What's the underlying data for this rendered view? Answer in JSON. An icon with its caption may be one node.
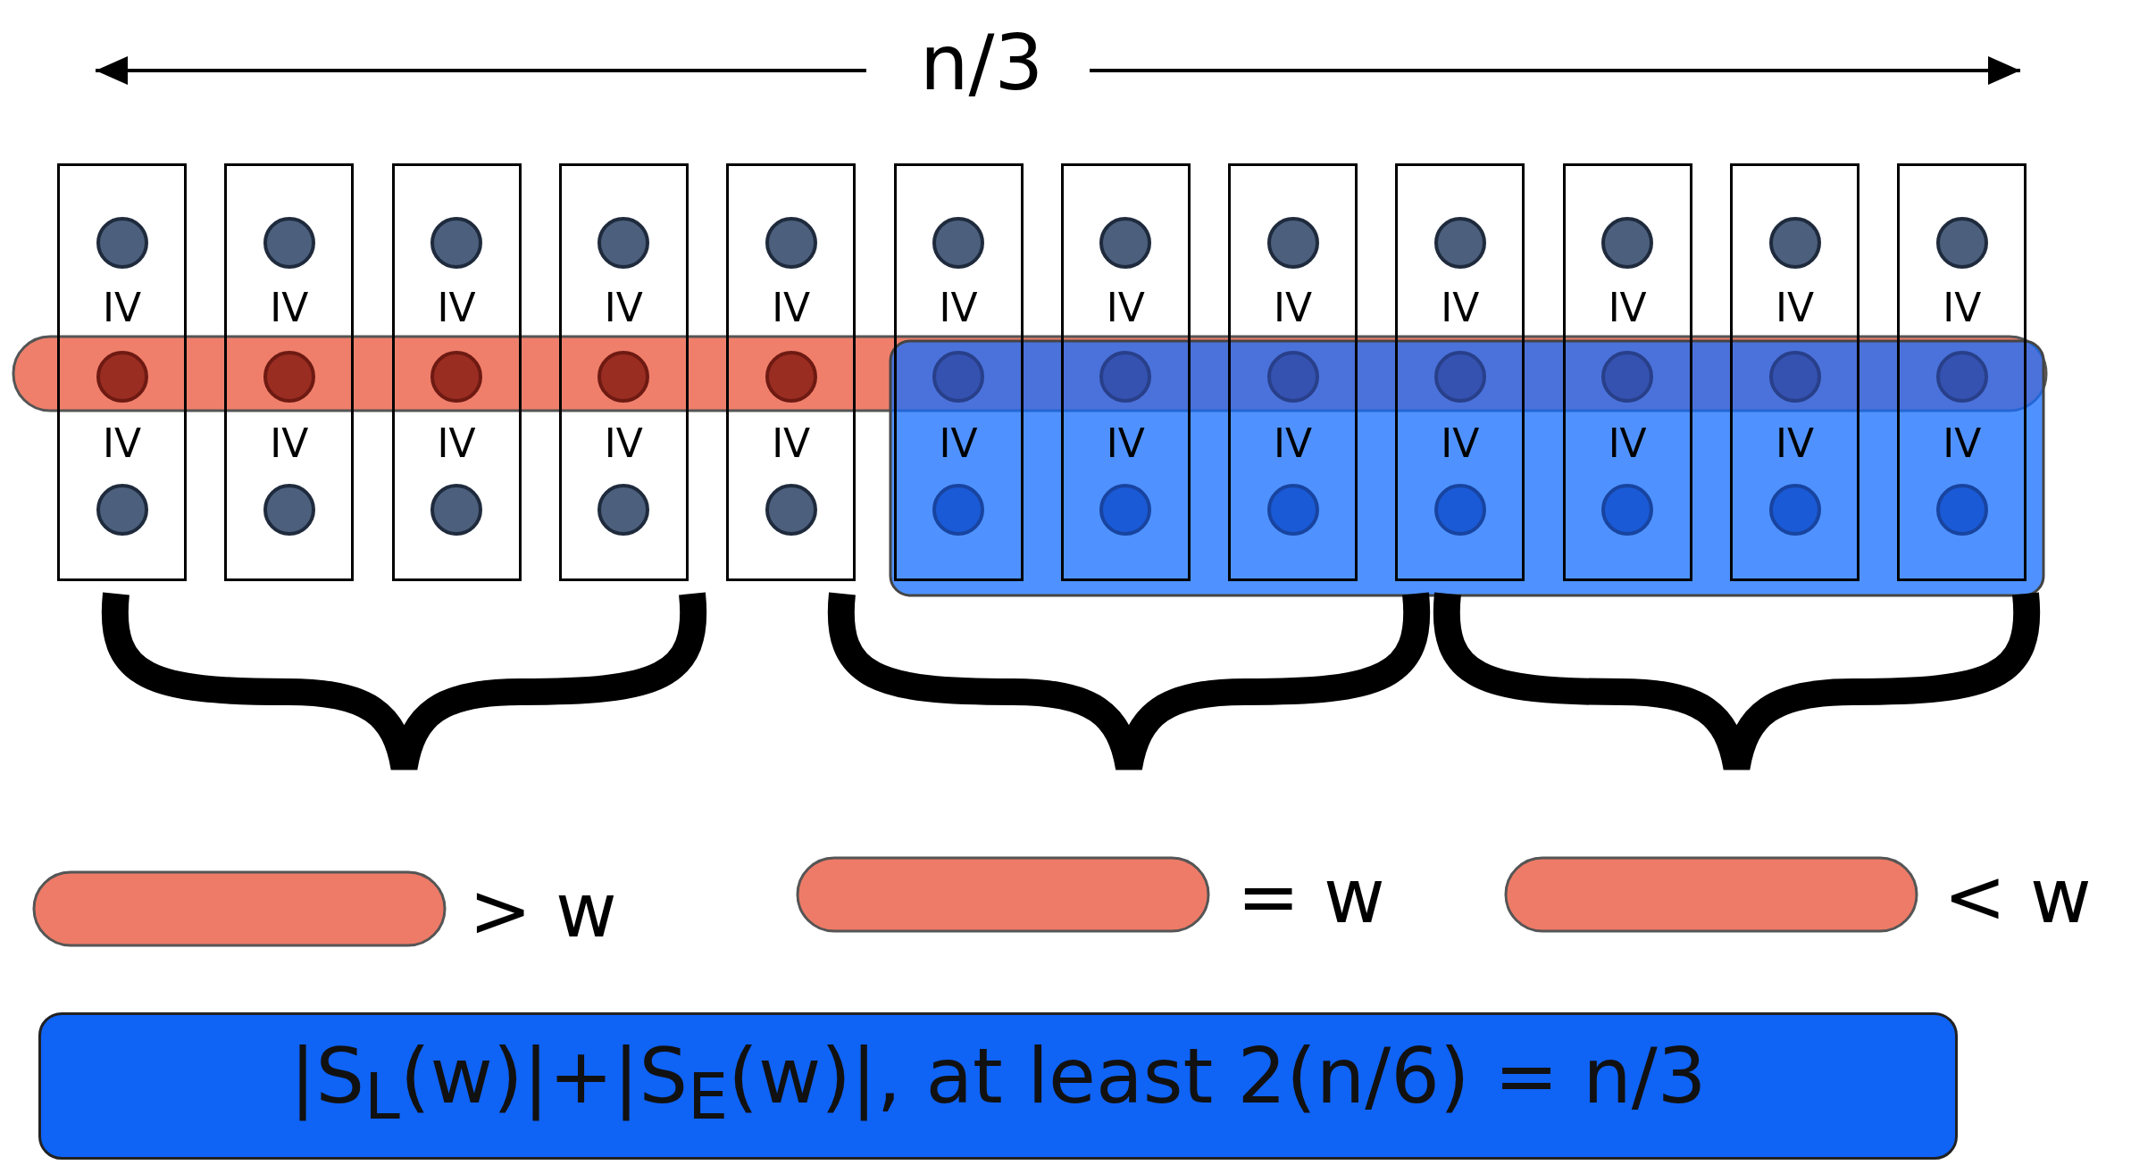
{
  "diagram": {
    "nodes": [
      {
        "text": [
          "IV",
          "IV"
        ]
      },
      {
        "text": [
          "IV",
          "IV"
        ]
      },
      {
        "text": [
          "IV",
          "IV"
        ]
      },
      {
        "text": [
          "IV",
          "IV"
        ]
      },
      {
        "text": [
          "IV",
          "IV"
        ]
      },
      {
        "text": [
          "IV",
          "IV"
        ]
      },
      {
        "text": [
          "IV",
          "IV"
        ]
      },
      {
        "text": [
          "IV",
          "IV"
        ]
      },
      {
        "text": [
          "IV",
          "IV"
        ]
      },
      {
        "text": [
          "IV",
          "IV"
        ]
      },
      {
        "text": [
          "IV",
          "IV"
        ]
      },
      {
        "text": [
          "IV",
          "IV"
        ]
      },
      {
        "text": [
          "|S$_{L}$(w)|+|S$_{E}$(w)|, at least 2(n/6) = n/3"
        ]
      }
    ],
    "labels": [
      "n/3"
    ],
    "legend": [
      {
        "text": "> w",
        "color": "#ee7b67"
      },
      {
        "text": "= w",
        "color": "#ee7b67"
      },
      {
        "text": "< w",
        "color": "#ee7b67"
      }
    ]
  }
}
